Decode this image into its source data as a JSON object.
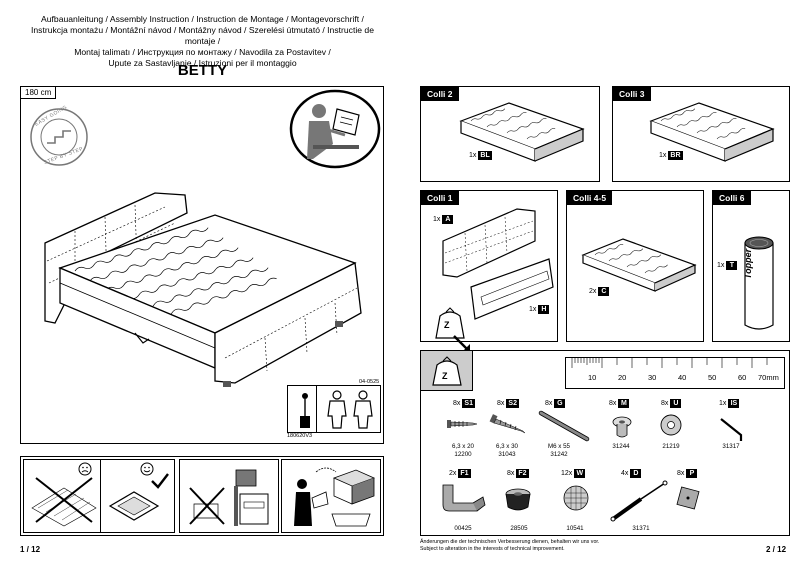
{
  "header": {
    "lines": [
      "Aufbauanleitung / Assembly Instruction / Instruction de Montage / Montagevorschrift /",
      "Instrukcja montażu / Montážní návod / Montážny návod / Szerelési útmutató / Instructie de montaje /",
      "Montaj talimatı / Инструкция по монтажу / Navodila za Postavitev /",
      "Upute za Sastavljanje / Istruzioni per il montaggio"
    ],
    "title": "BETTY"
  },
  "product": {
    "size_label": "180 cm",
    "stamp_text_top": "EASY GOING",
    "stamp_text_bottom": "STEP BY STEP",
    "code_right": "04-0525",
    "code_left": "180620V3"
  },
  "colli": [
    {
      "label": "Colli 2",
      "qty": "1x",
      "tag": "BL"
    },
    {
      "label": "Colli 3",
      "qty": "1x",
      "tag": "BR"
    },
    {
      "label": "Colli 1",
      "parts": [
        {
          "qty": "1x",
          "tag": "A"
        },
        {
          "qty": "1x",
          "tag": "H"
        }
      ]
    },
    {
      "label": "Colli 4-5",
      "qty": "2x",
      "tag": "C"
    },
    {
      "label": "Colli 6",
      "qty": "1x",
      "tag": "T",
      "product_text": "Topper"
    }
  ],
  "ruler": {
    "ticks": [
      "10",
      "20",
      "30",
      "40",
      "50",
      "60",
      "70mm"
    ]
  },
  "hardware": [
    {
      "qty": "8x",
      "tag": "S1",
      "size": "6,3 x 20",
      "code": "12200"
    },
    {
      "qty": "8x",
      "tag": "S2",
      "size": "6,3 x 30",
      "code": "31043"
    },
    {
      "qty": "8x",
      "tag": "G",
      "size": "M6 x 55",
      "code": "31242"
    },
    {
      "qty": "8x",
      "tag": "M",
      "size": "",
      "code": "31244"
    },
    {
      "qty": "8x",
      "tag": "U",
      "size": "",
      "code": "21219"
    },
    {
      "qty": "1x",
      "tag": "IS",
      "size": "",
      "code": "31317"
    },
    {
      "qty": "2x",
      "tag": "F1",
      "size": "",
      "code": "00425"
    },
    {
      "qty": "8x",
      "tag": "F2",
      "size": "",
      "code": "28505"
    },
    {
      "qty": "12x",
      "tag": "W",
      "size": "",
      "code": "10541"
    },
    {
      "qty": "4x",
      "tag": "D",
      "size": "",
      "code": "31371"
    },
    {
      "qty": "8x",
      "tag": "P",
      "size": "",
      "code": ""
    }
  ],
  "bag_letter": "Z",
  "footer": {
    "left_page": "1 / 12",
    "right_page": "2 / 12",
    "notice_de": "Änderungen die der technischen Verbesserung dienen, behalten wir uns vor.",
    "notice_en": "Subject to alteration in the interests of technical improvement."
  }
}
